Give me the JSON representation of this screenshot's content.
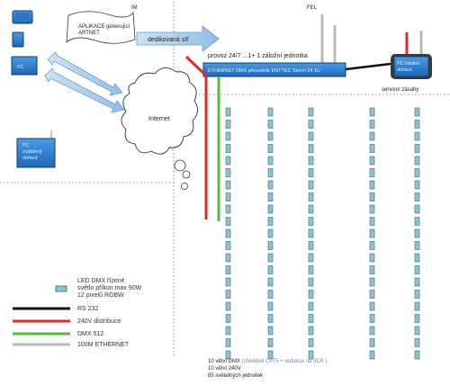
{
  "regions": {
    "left": "IM",
    "right": "FEL"
  },
  "boxes": {
    "pc_left": "PC",
    "software": "APLIKACE generující\nARTNET",
    "dedicated": "dedikovaná síť",
    "internet": "Internet",
    "remote_pc": "PC\nvzdálený\ndohled",
    "operation": "provoz  24/7 ...1+ 1 záložní jednotka",
    "enclosure": "ETHERNET DMX převodník ENTTEC Storm 24 1U",
    "local_pc": "PC lokální\ndohled",
    "service": "servisní zásahy"
  },
  "legend": [
    {
      "label": "LED DMX řízené\nsvětlo příkon max 90W\n12 pixelů RGBW",
      "kind": "lamp"
    },
    {
      "label": "RS 232",
      "kind": "line",
      "color": "#111111"
    },
    {
      "label": "240V distribuce",
      "kind": "line",
      "color": "#e32a2a"
    },
    {
      "label": "DMX 512",
      "kind": "line",
      "color": "#55b847"
    },
    {
      "label": "100M ETHERNET",
      "kind": "line",
      "color": "#b8b8b8"
    }
  ],
  "summary": {
    "line1_a": "10 větví DMX",
    "line1_b": " (shielded CAT5 + redukce na XLR )",
    "line2": "10 větví 240V",
    "line3": "85 světelných jednotek"
  },
  "colors": {
    "blue": "#2f7fd0",
    "dark_blue": "#1f5fa8",
    "lamp": "#8ec3cf",
    "red": "#e32a2a",
    "green": "#55b847",
    "grey": "#b8b8b8"
  },
  "icons": [
    "monitor-icon",
    "tower-icon",
    "cloud-icon",
    "device-icon"
  ]
}
